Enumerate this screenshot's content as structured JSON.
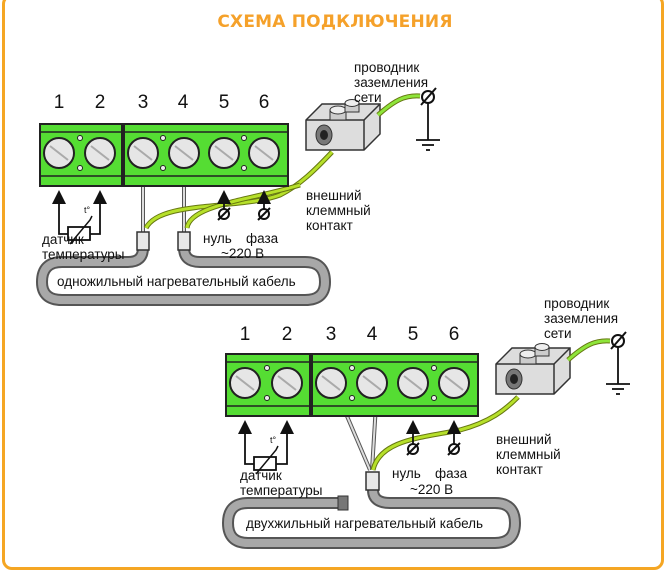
{
  "title": "СХЕМА ПОДКЛЮЧЕНИЯ",
  "colors": {
    "border": "#f5a623",
    "title": "#f5a12a",
    "terminal_block": "#55dd33",
    "ground_wire": "#aadd22",
    "cable": "#9a9a9a"
  },
  "diagrams": [
    {
      "name": "single-core",
      "terminal_numbers": [
        "1",
        "2",
        "3",
        "4",
        "5",
        "6"
      ],
      "ground_conductor_label": [
        "проводник",
        "заземления",
        "сети"
      ],
      "external_clamp_label": [
        "внешний",
        "клеммный",
        "контакт"
      ],
      "sensor_label": [
        "датчик",
        "температуры"
      ],
      "neutral_label": "нуль",
      "phase_label": "фаза",
      "voltage_label": "~220 В",
      "cable_label": "одножильный нагревательный кабель"
    },
    {
      "name": "twin-core",
      "terminal_numbers": [
        "1",
        "2",
        "3",
        "4",
        "5",
        "6"
      ],
      "ground_conductor_label": [
        "проводник",
        "заземления",
        "сети"
      ],
      "external_clamp_label": [
        "внешний",
        "клеммный",
        "контакт"
      ],
      "sensor_label": [
        "датчик",
        "температуры"
      ],
      "neutral_label": "нуль",
      "phase_label": "фаза",
      "voltage_label": "~220 В",
      "cable_label": "двухжильный нагревательный кабель"
    }
  ]
}
